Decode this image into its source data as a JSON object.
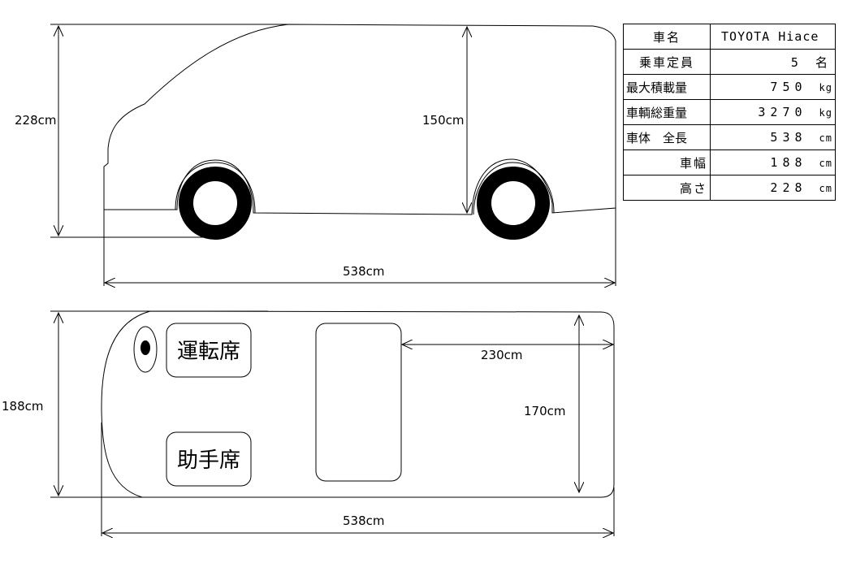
{
  "side_view": {
    "height_total": "228cm",
    "height_cargo": "150cm",
    "length": "538cm"
  },
  "top_view": {
    "width_total": "188cm",
    "cargo_length": "230cm",
    "cargo_width": "170cm",
    "length": "538cm",
    "driver_seat": "運転席",
    "passenger_seat": "助手席"
  },
  "spec_table": {
    "rows": [
      {
        "label": "車名",
        "value": "TOYOTA Hiace",
        "unit": ""
      },
      {
        "label": "乗車定員",
        "value": "5",
        "unit": "名"
      },
      {
        "label": "最大積載量",
        "value": "750",
        "unit": "kg"
      },
      {
        "label": "車輌総重量",
        "value": "3270",
        "unit": "kg"
      },
      {
        "label": "車体　全長",
        "value": "538",
        "unit": "cm"
      },
      {
        "label": "車幅",
        "value": "188",
        "unit": "cm"
      },
      {
        "label": "高さ",
        "value": "228",
        "unit": "cm"
      }
    ]
  }
}
